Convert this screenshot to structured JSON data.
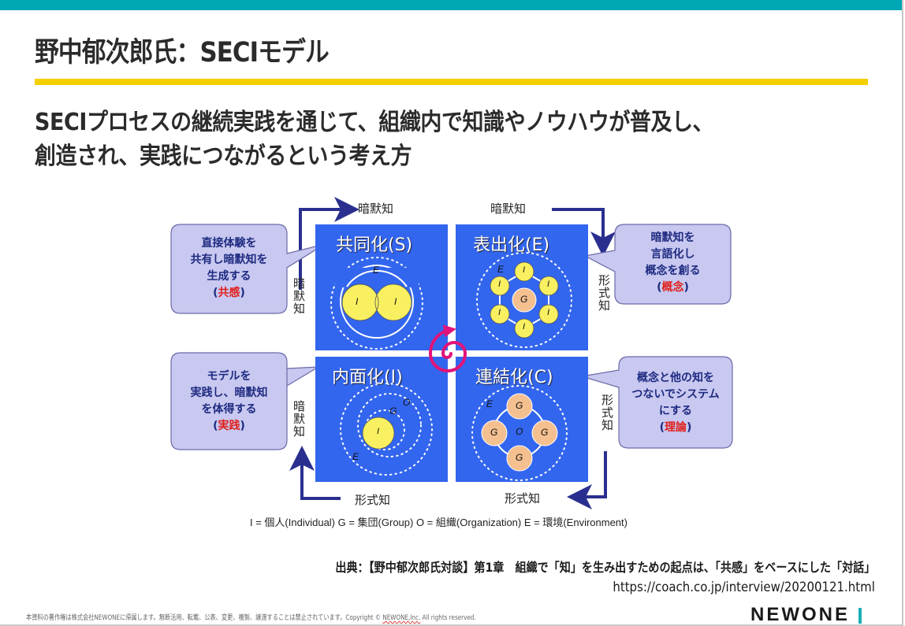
{
  "header": {
    "title": "野中郁次郎氏：SECIモデル",
    "subtitle_lines": [
      "SECIプロセスの継続実践を通じて、組織内で知識やノウハウが普及し、",
      "創造され、実践につながるという考え方"
    ]
  },
  "diagram": {
    "quadrants": {
      "socialization": {
        "title": "共同化(S)",
        "labels": {
          "env": "E",
          "ind1": "I",
          "ind2": "I"
        }
      },
      "externalization": {
        "title": "表出化(E)",
        "labels": {
          "env": "E",
          "center": "G",
          "ind": [
            "I",
            "I",
            "I",
            "I",
            "I",
            "I"
          ]
        }
      },
      "internalization": {
        "title": "内面化(I)",
        "labels": {
          "org": "O",
          "group": "G",
          "ind": "I",
          "env": "E"
        }
      },
      "combination": {
        "title": "連結化(C)",
        "labels": {
          "env": "E",
          "org": "O",
          "groups": [
            "G",
            "G",
            "G",
            "G"
          ]
        }
      }
    },
    "axis_labels": {
      "top_left": "暗默知",
      "top_right": "暗默知",
      "left_top": "暗默知",
      "left_bottom": "暗默知",
      "right_top": "形式知",
      "right_bottom": "形式知",
      "bottom_left": "形式知",
      "bottom_right": "形式知"
    },
    "callouts": {
      "socialization": {
        "lines": [
          "直接体験を",
          "共有し暗默知を",
          "生成する"
        ],
        "keyword": "共感"
      },
      "externalization": {
        "lines": [
          "暗默知を",
          "言語化し",
          "概念を創る"
        ],
        "keyword": "概念"
      },
      "internalization": {
        "lines": [
          "モデルを",
          "実践し、暗默知",
          "を体得する"
        ],
        "keyword": "実践"
      },
      "combination": {
        "lines": [
          "概念と他の知を",
          "つないでシステム",
          "にする"
        ],
        "keyword": "理論"
      }
    },
    "legend": "I = 個人(Individual)  G = 集団(Group)  O = 組織(Organization)  E = 環境(Environment)",
    "colors": {
      "quadrant_fill": "#3366ee",
      "individual": "#f8f060",
      "group": "#f4c090",
      "spiral": "#e0147a",
      "arrow": "#2a2f8f",
      "callout_fill": "#c8c8f0",
      "keyword": "#e0201c"
    }
  },
  "footer": {
    "source": "出典：【野中郁次郎氏対談】第1章　組織で「知」を生み出すための起点は、「共感」をベースにした「対話」",
    "url": "https://coach.co.jp/interview/20200121.html",
    "copyright_prefix": "本資料の著作権は株式会社NEWONEに帰属します。無断活用、転載、公表、変更、複製、譲渡することは禁止されています。Copyright © ",
    "copyright_company": "NEWONE,Inc.",
    "copyright_suffix": "  All rights reserved.",
    "logo": "NEWONE"
  },
  "theme": {
    "top_bar": "#00a7b5",
    "rule": "#f5d000"
  }
}
